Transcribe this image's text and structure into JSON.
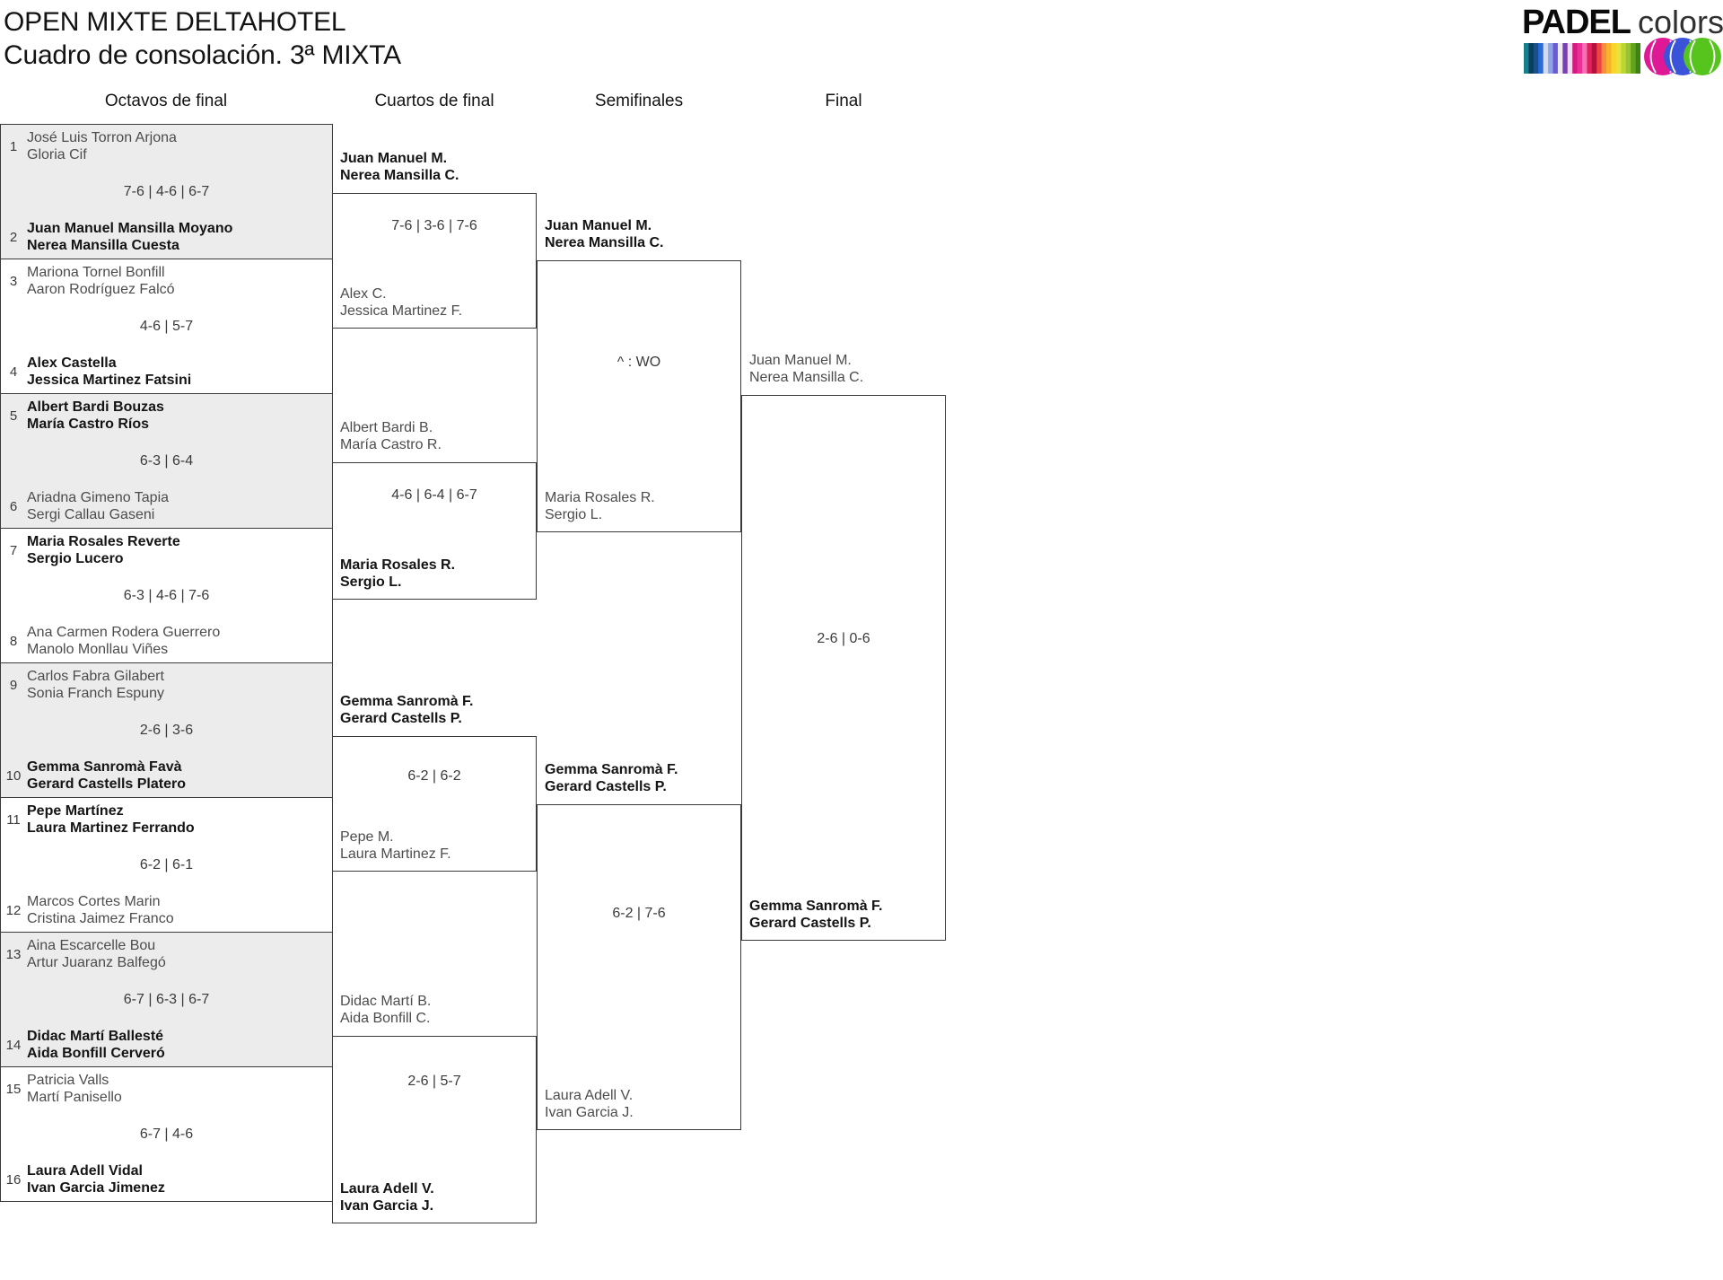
{
  "header": {
    "title": "OPEN MIXTE DELTAHOTEL",
    "subtitle": "Cuadro de consolación. 3ª MIXTA",
    "logo": {
      "brand_bold": "PADEL",
      "brand_light": "colors",
      "stripe_colors": [
        "#16808c",
        "#0b3e5c",
        "#15508f",
        "#2a6cd4",
        "#cfdcf0",
        "#8fa3e8",
        "#6b5bd2",
        "#efe9f6",
        "#7a3fb0",
        "#f0e0ee",
        "#d41a83",
        "#ec2f97",
        "#f571b5",
        "#e0205f",
        "#b5123a",
        "#ef4444",
        "#f58f3c",
        "#f7b32b",
        "#fad428",
        "#e7e243",
        "#bcd631",
        "#97c434",
        "#63a41f",
        "#3e8414"
      ],
      "ball_colors": [
        "#df1995",
        "#3a53d9",
        "#57c41d"
      ]
    }
  },
  "rounds": [
    "Octavos de final",
    "Cuartos de final",
    "Semifinales",
    "Final"
  ],
  "colors": {
    "border": "#3a3a3a",
    "cell_alt_bg": "#ececec",
    "cell_bg": "#ffffff",
    "winner_text": "#141414",
    "loser_text": "#4c4c4c",
    "seed_text": "#3a3a3a",
    "score_text": "#3a3a3a"
  },
  "bracket": {
    "octavos": [
      {
        "seed1": "1",
        "team1": [
          "José Luis Torron Arjona",
          "Gloria Cif"
        ],
        "winner1": false,
        "score": "7-6 | 4-6 | 6-7",
        "seed2": "2",
        "team2": [
          "Juan Manuel Mansilla Moyano",
          "Nerea Mansilla Cuesta"
        ],
        "winner2": true
      },
      {
        "seed1": "3",
        "team1": [
          "Mariona Tornel Bonfill",
          "Aaron Rodríguez Falcó"
        ],
        "winner1": false,
        "score": "4-6 | 5-7",
        "seed2": "4",
        "team2": [
          "Alex Castella",
          "Jessica Martinez Fatsini"
        ],
        "winner2": true
      },
      {
        "seed1": "5",
        "team1": [
          "Albert Bardi Bouzas",
          "María Castro Ríos"
        ],
        "winner1": true,
        "score": "6-3 | 6-4",
        "seed2": "6",
        "team2": [
          "Ariadna Gimeno Tapia",
          "Sergi Callau Gaseni"
        ],
        "winner2": false
      },
      {
        "seed1": "7",
        "team1": [
          "Maria Rosales Reverte",
          "Sergio Lucero"
        ],
        "winner1": true,
        "score": "6-3 | 4-6 | 7-6",
        "seed2": "8",
        "team2": [
          "Ana Carmen Rodera Guerrero",
          "Manolo Monllau Viñes"
        ],
        "winner2": false
      },
      {
        "seed1": "9",
        "team1": [
          "Carlos Fabra Gilabert",
          "Sonia Franch Espuny"
        ],
        "winner1": false,
        "score": "2-6 | 3-6",
        "seed2": "10",
        "team2": [
          "Gemma Sanromà Favà",
          "Gerard Castells Platero"
        ],
        "winner2": true
      },
      {
        "seed1": "11",
        "team1": [
          "Pepe Martínez",
          "Laura Martinez Ferrando"
        ],
        "winner1": true,
        "score": "6-2 | 6-1",
        "seed2": "12",
        "team2": [
          "Marcos Cortes Marin",
          "Cristina Jaimez Franco"
        ],
        "winner2": false
      },
      {
        "seed1": "13",
        "team1": [
          "Aina Escarcelle Bou",
          "Artur Juaranz Balfegó"
        ],
        "winner1": false,
        "score": "6-7 | 6-3 | 6-7",
        "seed2": "14",
        "team2": [
          "Didac Martí Ballesté",
          "Aida Bonfill Cerveró"
        ],
        "winner2": true
      },
      {
        "seed1": "15",
        "team1": [
          "Patricia Valls",
          "Martí Panisello"
        ],
        "winner1": false,
        "score": "6-7 | 4-6",
        "seed2": "16",
        "team2": [
          "Laura Adell Vidal",
          "Ivan Garcia Jimenez"
        ],
        "winner2": true
      }
    ],
    "cuartos": [
      {
        "team1": [
          "Juan Manuel M.",
          "Nerea Mansilla C."
        ],
        "winner1": true,
        "score": "7-6 | 3-6 | 7-6",
        "team2": [
          "Alex C.",
          "Jessica Martinez F."
        ],
        "winner2": false
      },
      {
        "team1": [
          "Albert Bardi B.",
          "María Castro R."
        ],
        "winner1": false,
        "score": "4-6 | 6-4 | 6-7",
        "team2": [
          "Maria Rosales R.",
          "Sergio L."
        ],
        "winner2": true
      },
      {
        "team1": [
          "Gemma Sanromà F.",
          "Gerard Castells P."
        ],
        "winner1": true,
        "score": "6-2 | 6-2",
        "team2": [
          "Pepe M.",
          "Laura Martinez F."
        ],
        "winner2": false
      },
      {
        "team1": [
          "Didac Martí B.",
          "Aida Bonfill C."
        ],
        "winner1": false,
        "score": "2-6 | 5-7",
        "team2": [
          "Laura Adell V.",
          "Ivan Garcia J."
        ],
        "winner2": true
      }
    ],
    "semifinales": [
      {
        "team1": [
          "Juan Manuel M.",
          "Nerea Mansilla C."
        ],
        "winner1": true,
        "score": "^ : WO",
        "team2": [
          "Maria Rosales R.",
          "Sergio L."
        ],
        "winner2": false
      },
      {
        "team1": [
          "Gemma Sanromà F.",
          "Gerard Castells P."
        ],
        "winner1": true,
        "score": "6-2 | 7-6",
        "team2": [
          "Laura Adell V.",
          "Ivan Garcia J."
        ],
        "winner2": false
      }
    ],
    "final": [
      {
        "team1": [
          "Juan Manuel M.",
          "Nerea Mansilla C."
        ],
        "winner1": false,
        "score": "2-6 | 0-6",
        "team2": [
          "Gemma Sanromà F.",
          "Gerard Castells P."
        ],
        "winner2": true
      }
    ]
  }
}
